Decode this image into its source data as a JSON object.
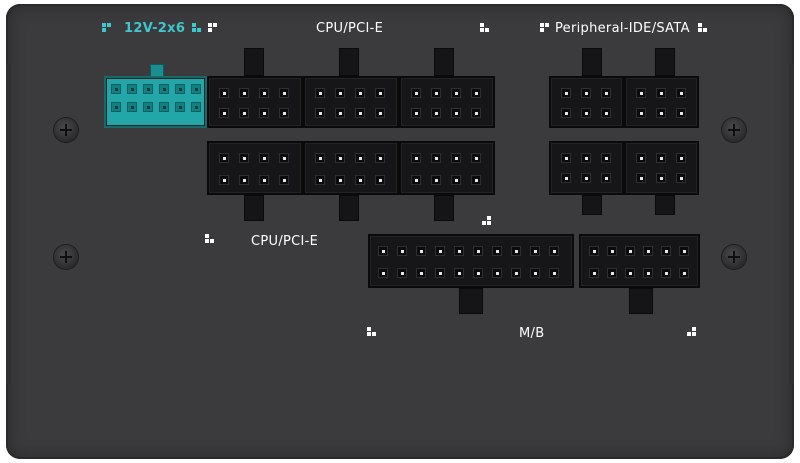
{
  "labels": {
    "top_12v": "12V-2x6",
    "top_cpu_pcie": "CPU/PCI-E",
    "top_peripheral": "Peripheral-IDE/SATA",
    "mid_cpu_pcie": "CPU/PCI-E",
    "bottom_mb": "M/B"
  },
  "colors": {
    "panel": "#3b3b3d",
    "connector": "#161618",
    "accent_teal": "#3fc7cf",
    "label_white": "#ffffff"
  },
  "icons": {
    "screw": "phillips-screw-icon",
    "marker": "corner-marker-icon"
  }
}
